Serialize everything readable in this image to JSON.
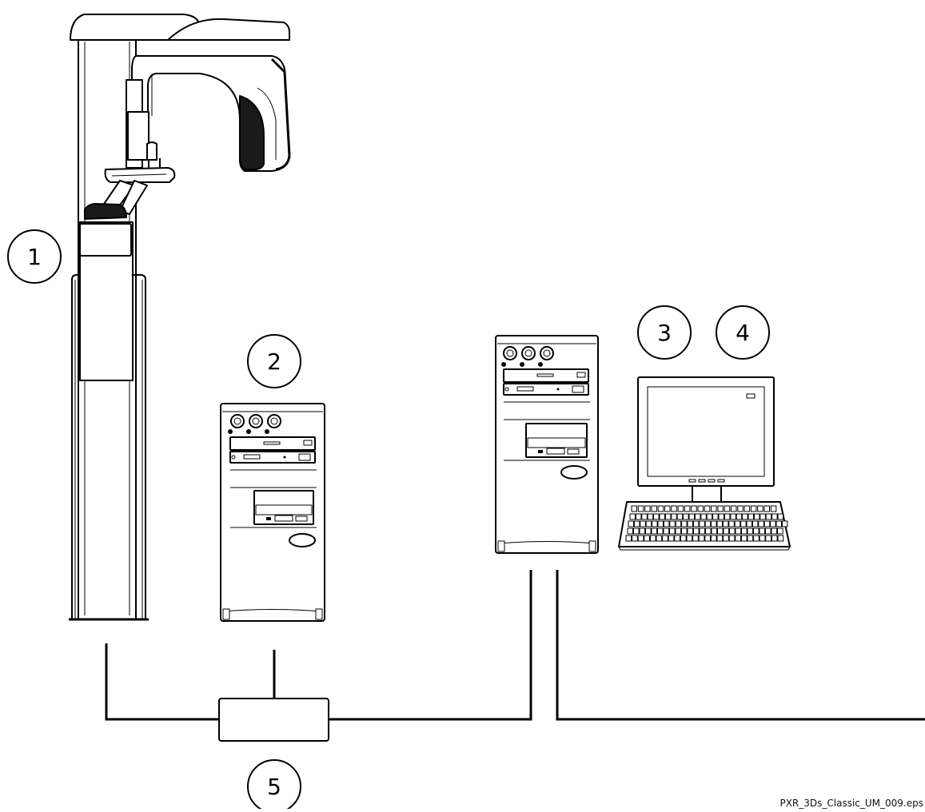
{
  "callouts": {
    "c1": "1",
    "c2": "2",
    "c3": "3",
    "c4": "4",
    "c5": "5"
  },
  "caption": "PXR_3Ds_Classic_UM_009.eps",
  "colors": {
    "line": "#000000",
    "fill": "#ffffff",
    "dark": "#1a1a1a"
  }
}
